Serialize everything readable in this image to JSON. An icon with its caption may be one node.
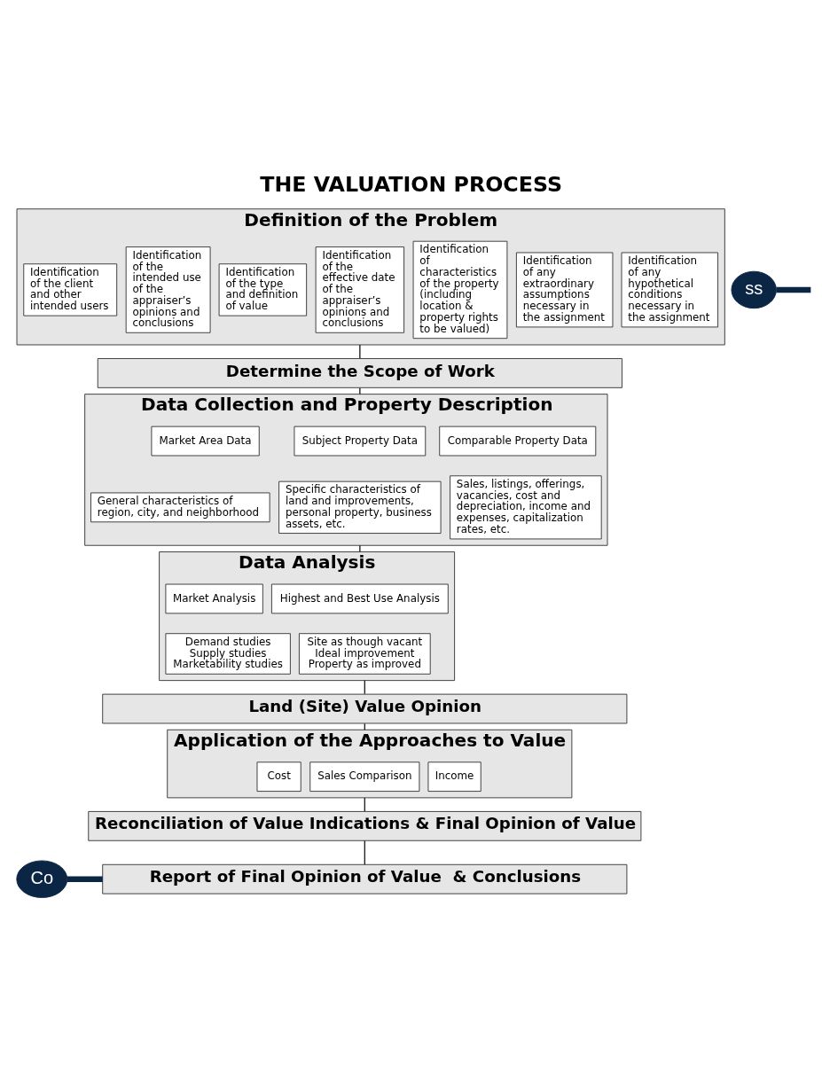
{
  "diagram": {
    "title": "THE VALUATION PROCESS",
    "nodes": [
      {
        "text": [
          "Definition of the Problem"
        ]
      },
      {
        "text": [
          "Identification of the client and other intended users"
        ],
        "in": 0
      },
      {
        "text": [
          "Identification of the intended use of the appraiser’s opinions and conclusions"
        ],
        "in": 0
      },
      {
        "text": [
          "Identification of the type and definition of value"
        ],
        "in": 0
      },
      {
        "text": [
          "Identification of the effective date of the appraiser’s opinions and conclusions"
        ],
        "in": 0
      },
      {
        "text": [
          "Identification of characteristics of the property (including location & property rights to be valued)"
        ],
        "in": 0
      },
      {
        "text": [
          "Identification of any extraordinary assumptions necessary in the assignment"
        ],
        "in": 0
      },
      {
        "text": [
          "Identification of any hypothetical conditions necessary in the assignment"
        ],
        "in": 0
      },
      {
        "text": [
          "Determine the Scope of Work"
        ]
      },
      {
        "text": [
          "Data Collection and Property Description"
        ]
      },
      {
        "text": [
          "Market Area Data"
        ],
        "in": 9
      },
      {
        "text": [
          "Subject Property Data"
        ],
        "in": 9
      },
      {
        "text": [
          "Comparable Property Data"
        ],
        "in": 9
      },
      {
        "text": [
          "General characteristics of region, city, and neighborhood"
        ],
        "in": 9
      },
      {
        "text": [
          "Specific characteristics of land and improvements, personal property, business assets, etc."
        ],
        "in": 9
      },
      {
        "text": [
          "Sales, listings, offerings, vacancies, cost and depreciation, income and expenses, capitalization rates, etc."
        ],
        "in": 9
      },
      {
        "text": [
          "Data Analysis"
        ]
      },
      {
        "text": [
          "Market Analysis"
        ],
        "in": 16
      },
      {
        "text": [
          "Highest and Best Use Analysis"
        ],
        "in": 16
      },
      {
        "text": [
          "Demand studies",
          "Supply studies",
          "Marketability studies"
        ],
        "in": 16
      },
      {
        "text": [
          "Site as though vacant",
          "Ideal improvement",
          "Property as improved"
        ],
        "in": 16
      },
      {
        "text": [
          "Land (Site) Value Opinion"
        ]
      },
      {
        "text": [
          "Application of the Approaches to Value"
        ]
      },
      {
        "text": [
          "Cost"
        ],
        "in": 22
      },
      {
        "text": [
          "Sales Comparison"
        ],
        "in": 22
      },
      {
        "text": [
          "Income"
        ],
        "in": 22
      },
      {
        "text": [
          "Reconciliation of Value Indications & Final Opinion of Value"
        ]
      },
      {
        "text": [
          "Report of Final Opinion of Value  & Conclusions"
        ]
      },
      {
        "text": [
          "ss"
        ]
      },
      {
        "text": [
          "Co"
        ]
      }
    ],
    "edges": [
      {
        "from": 0,
        "to": 8,
        "arrow": "none"
      },
      {
        "from": 8,
        "to": 9,
        "arrow": "none"
      },
      {
        "from": 9,
        "to": 16,
        "arrow": "none"
      },
      {
        "from": 16,
        "to": 21,
        "arrow": "none"
      },
      {
        "from": 21,
        "to": 22,
        "arrow": "none"
      },
      {
        "from": 22,
        "to": 26,
        "arrow": "none"
      },
      {
        "from": 26,
        "to": 27,
        "arrow": "none"
      },
      {
        "from": 28,
        "to": null,
        "arrow": "none",
        "style": "thick",
        "color": "#0b2545"
      },
      {
        "from": 29,
        "to": 27,
        "arrow": "none",
        "style": "thick",
        "color": "#0b2545"
      }
    ]
  }
}
